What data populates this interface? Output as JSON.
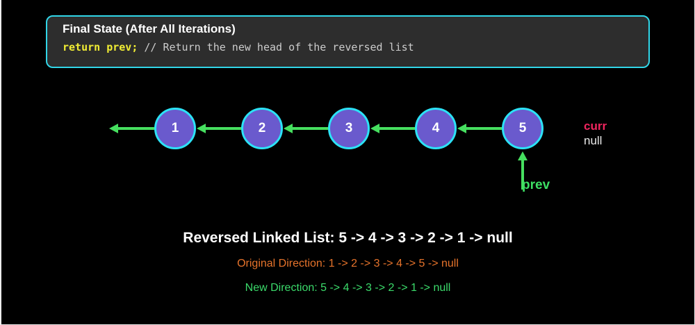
{
  "colors": {
    "background": "#000000",
    "edge_line": "#ededed",
    "panel_bg": "#2d2d2d",
    "panel_border": "#31d6e8",
    "code_keyword_color": "#f1ed34",
    "code_comment_color": "#cccccc",
    "node_fill": "#6a5acd",
    "node_border": "#2ce2f6",
    "arrow_green": "#46df5f",
    "curr_color": "#f1255f",
    "null_color": "#eaeaea",
    "prev_color": "#3ddf63",
    "original_direction_color": "#e6732b",
    "new_direction_color": "#3bdb6b"
  },
  "panel": {
    "title": "Final State (After All Iterations)",
    "code_keyword": "return prev;",
    "code_comment": "// Return the new head of the reversed list"
  },
  "diagram": {
    "nodes": [
      {
        "label": "1"
      },
      {
        "label": "2"
      },
      {
        "label": "3"
      },
      {
        "label": "4"
      },
      {
        "label": "5"
      }
    ],
    "prev_label": "prev",
    "curr_label": "curr",
    "curr_value": "null"
  },
  "summary": {
    "heading": "Reversed Linked List: 5 -> 4 -> 3 -> 2 -> 1 -> null",
    "original_direction": "Original Direction: 1 -> 2 -> 3 -> 4 -> 5 -> null",
    "new_direction": "New Direction: 5 -> 4 -> 3 -> 2 -> 1 -> null"
  }
}
